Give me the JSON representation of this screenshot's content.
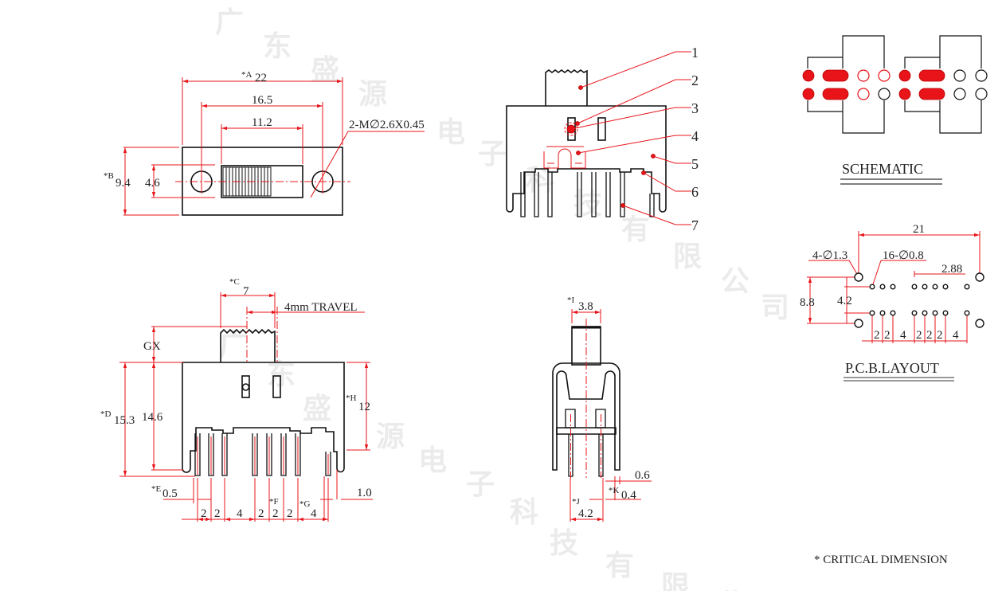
{
  "watermark": "广东盛源电子科技有限公司",
  "colors": {
    "dimension": "#e8141a",
    "outline": "#111111"
  },
  "top_view": {
    "dim_a_label": "*A",
    "dim_a": "22",
    "dim_hole_pitch": "16.5",
    "dim_slot": "11.2",
    "dim_b_label": "*B",
    "dim_b": "9.4",
    "dim_slot_height": "4.6",
    "thread_note": "2-M∅2.6X0.45"
  },
  "front_view": {
    "dim_c_label": "*C",
    "dim_c": "7",
    "travel": "4mm TRAVEL",
    "gx": "GX",
    "dim_d_label": "*D",
    "dim_d": "15.3",
    "dim_body": "14.6",
    "dim_h_label": "*H",
    "dim_h": "12",
    "dim_e_label": "*E",
    "dim_e": "0.5",
    "dim_side": "1.0",
    "dim_f_label": "*F",
    "dim_g_label": "*G",
    "pin_spacing": [
      "2",
      "2",
      "4",
      "2",
      "2",
      "2",
      "4"
    ]
  },
  "part_view": {
    "callouts": [
      "1",
      "2",
      "3",
      "4",
      "5",
      "6",
      "7"
    ]
  },
  "side_view": {
    "dim_i_label": "*I",
    "dim_i": "3.8",
    "dim_pin_w": "0.6",
    "dim_k_label": "*K",
    "dim_k": "0.4",
    "dim_j_label": "*J",
    "dim_j": "4.2"
  },
  "schematic": {
    "title": "SCHEMATIC"
  },
  "pcb": {
    "title": "P.C.B.LAYOUT",
    "dim_width": "21",
    "big_holes": "4-∅1.3",
    "small_holes": "16-∅0.8",
    "dim_288": "2.88",
    "dim_88": "8.8",
    "dim_42": "4.2",
    "spacing": [
      "2",
      "2",
      "4",
      "2",
      "2",
      "2",
      "4"
    ]
  },
  "footnote": "* CRITICAL  DIMENSION"
}
